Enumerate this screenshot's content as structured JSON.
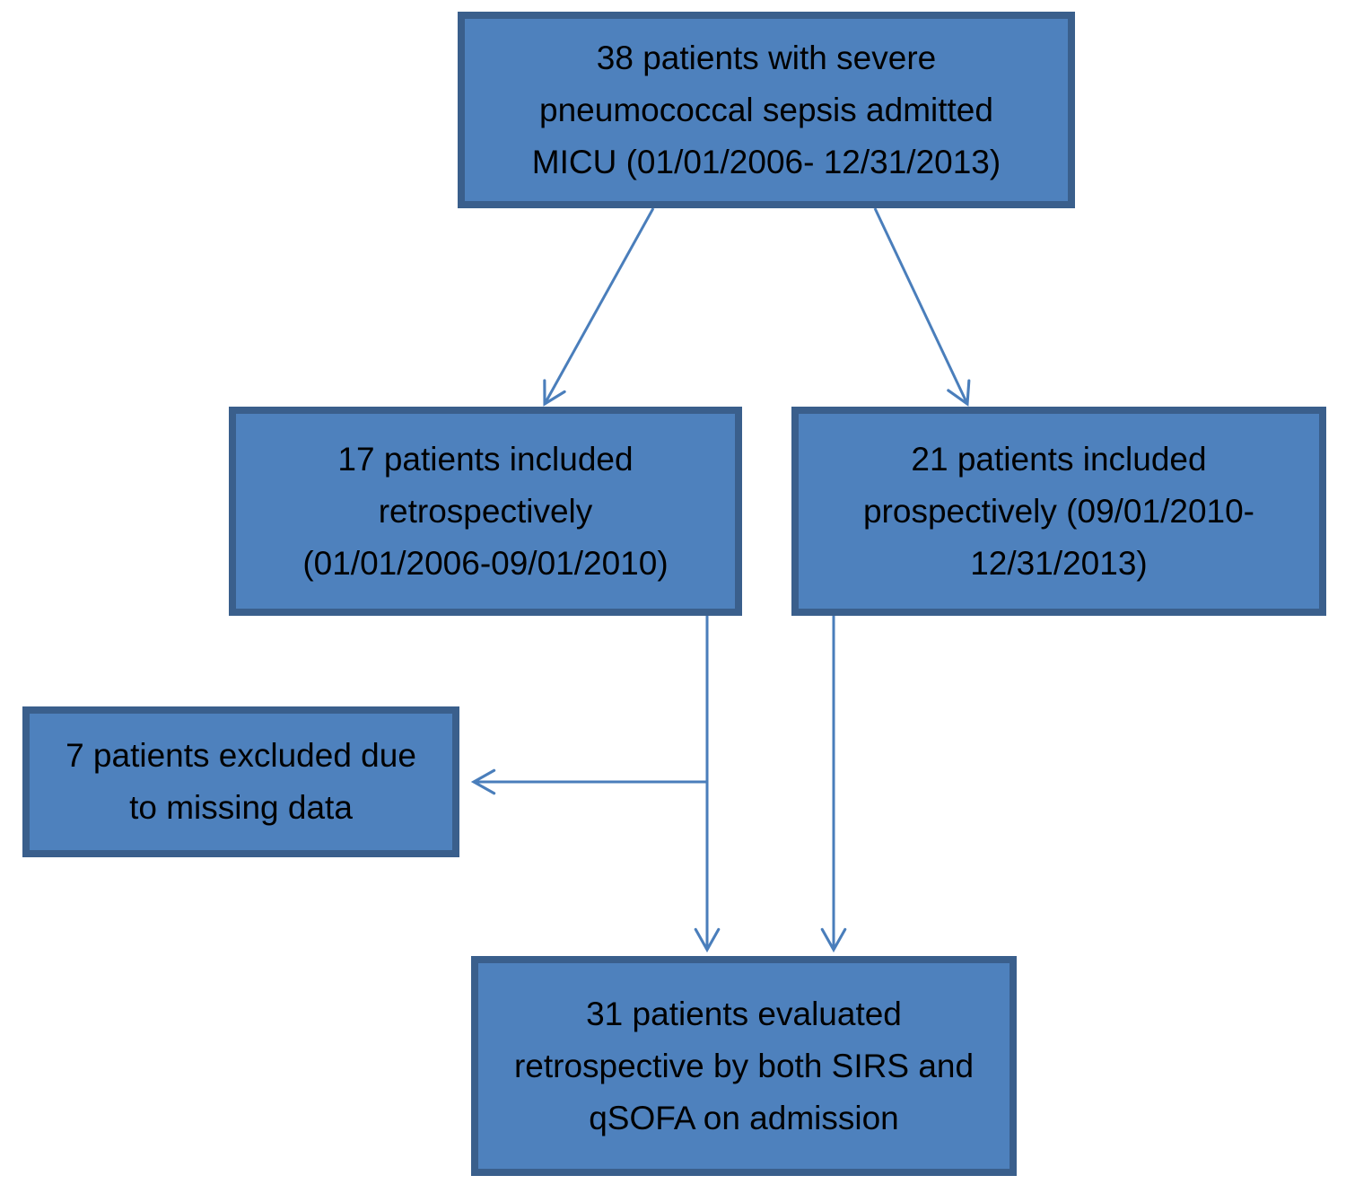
{
  "colors": {
    "node-fill": "#4E81BD",
    "node-border": "#3A5F8C",
    "arrow": "#4A7EBB",
    "text": "#000000",
    "background": "#FFFFFF"
  },
  "nodes": {
    "total": {
      "lines": [
        "38 patients with severe",
        "pneumococcal sepsis admitted",
        "MICU (01/01/2006- 12/31/2013)"
      ]
    },
    "retrospective": {
      "lines": [
        "17 patients included",
        "retrospectively",
        "(01/01/2006-09/01/2010)"
      ]
    },
    "prospective": {
      "lines": [
        "21 patients included",
        "prospectively (09/01/2010-",
        "12/31/2013)"
      ]
    },
    "excluded": {
      "lines": [
        "7 patients excluded due",
        "to missing data"
      ]
    },
    "evaluated": {
      "lines": [
        "31 patients evaluated",
        "retrospective by both SIRS and",
        "qSOFA on admission"
      ]
    }
  },
  "edges": [
    {
      "from": "total-cohort",
      "to": "retrospective-group"
    },
    {
      "from": "total-cohort",
      "to": "prospective-group"
    },
    {
      "from": "retrospective-group",
      "to": "evaluated-cohort"
    },
    {
      "from": "prospective-group",
      "to": "evaluated-cohort"
    },
    {
      "from": "retrospective-group",
      "to": "excluded-patients"
    }
  ]
}
